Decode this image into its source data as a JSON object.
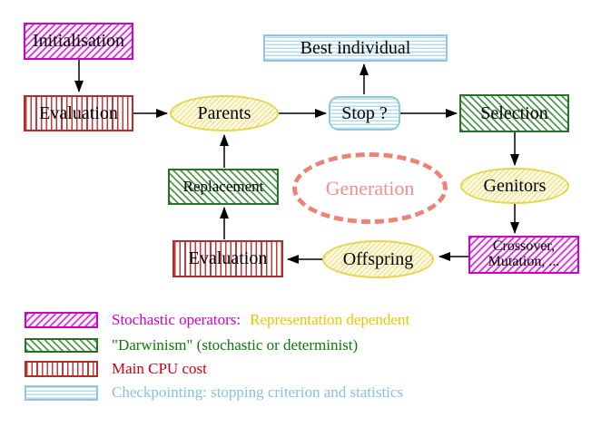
{
  "diagram": {
    "nodes": {
      "initialisation": "Initialisation",
      "evaluation_top": "Evaluation",
      "parents": "Parents",
      "best_individual": "Best individual",
      "stop": "Stop ?",
      "selection": "Selection",
      "replacement": "Replacement",
      "generation": "Generation",
      "genitors": "Genitors",
      "offspring": "Offspring",
      "evaluation_bottom": "Evaluation",
      "crossover_line1": "Crossover,",
      "crossover_line2": "Mutation, ..."
    },
    "colors": {
      "stochastic_magenta": "#cc00cc",
      "darwinism_green": "#267326",
      "cpu_red": "#b52a2a",
      "checkpoint_cyan": "#93c6dc",
      "population_yellow": "#e8d44e",
      "generation_salmon": "#ef8276",
      "representation_gold": "#edc500",
      "checkpoint_text_blue": "#85c3e3"
    }
  },
  "legend": {
    "items": [
      {
        "name": "stochastic-operators",
        "text": "Stochastic operators:",
        "text_secondary": "Representation dependent"
      },
      {
        "name": "darwinism",
        "text": "\"Darwinism\" (stochastic or determinist)"
      },
      {
        "name": "main-cpu-cost",
        "text": "Main CPU cost"
      },
      {
        "name": "checkpointing",
        "text": "Checkpointing: stopping criterion and statistics"
      }
    ]
  }
}
